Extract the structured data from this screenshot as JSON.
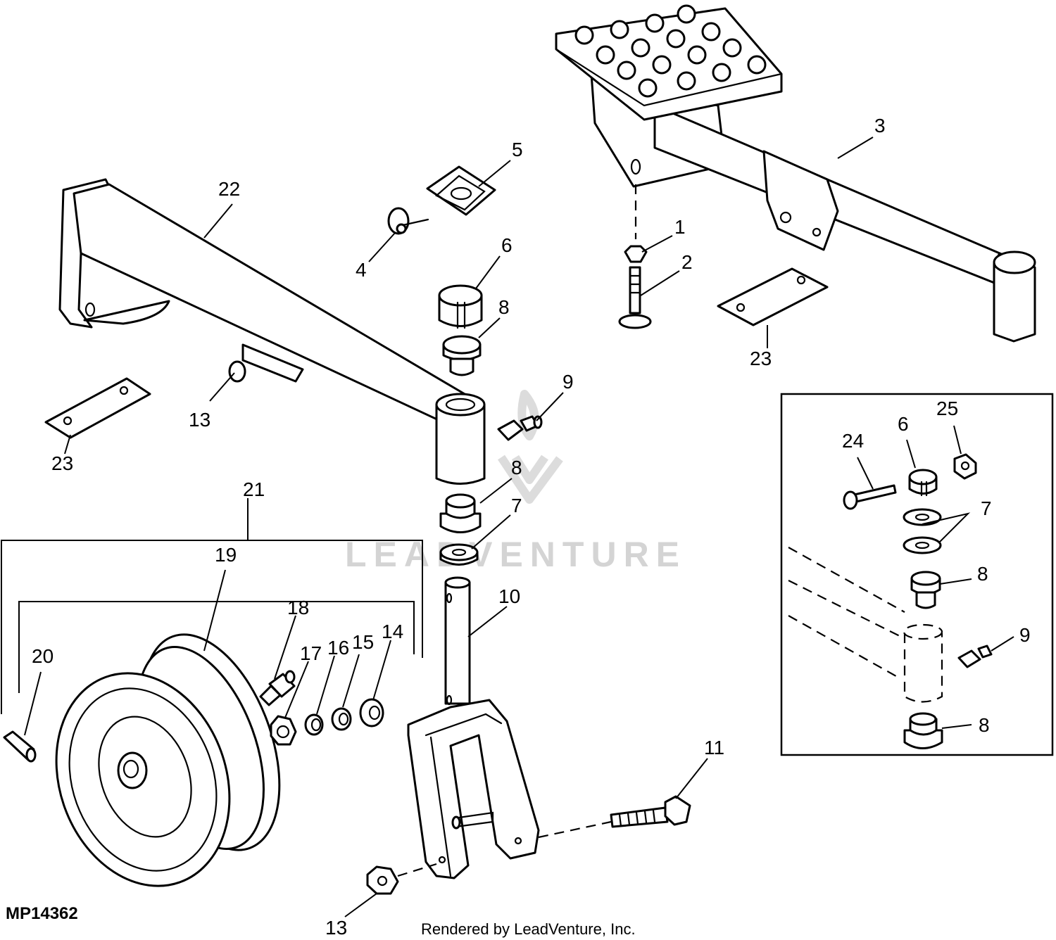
{
  "figure_id": "MP14362",
  "footer": "Rendered by LeadVenture, Inc.",
  "watermark": "LEADVENTURE",
  "callouts": {
    "c1": "1",
    "c2": "2",
    "c3": "3",
    "c4": "4",
    "c5": "5",
    "c6": "6",
    "c6b": "6",
    "c7": "7",
    "c7b": "7",
    "c8a": "8",
    "c8b": "8",
    "c8c": "8",
    "c8d": "8",
    "c9": "9",
    "c9b": "9",
    "c10": "10",
    "c11": "11",
    "c13a": "13",
    "c13b": "13",
    "c14": "14",
    "c15": "15",
    "c16": "16",
    "c17": "17",
    "c18": "18",
    "c19": "19",
    "c20": "20",
    "c21": "21",
    "c22": "22",
    "c23a": "23",
    "c23b": "23",
    "c24": "24",
    "c25": "25"
  }
}
